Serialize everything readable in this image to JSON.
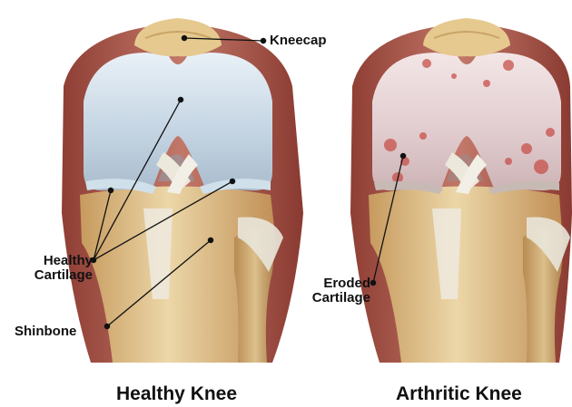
{
  "labels": {
    "kneecap": "Kneecap",
    "healthy_cartilage": [
      "Healthy",
      "Cartilage"
    ],
    "shinbone": "Shinbone",
    "eroded_cartilage": [
      "Eroded",
      "Cartilage"
    ]
  },
  "captions": {
    "healthy_knee": "Healthy Knee",
    "arthritic_knee": "Arthritic Knee"
  },
  "colors": {
    "outer_tissue": "#b5675a",
    "femur_cartilage": "#c9d9e6",
    "bone": "#e3c894",
    "ligament": "#eeeadf",
    "erosion": "#c8504a",
    "leader_line": "#111111"
  }
}
